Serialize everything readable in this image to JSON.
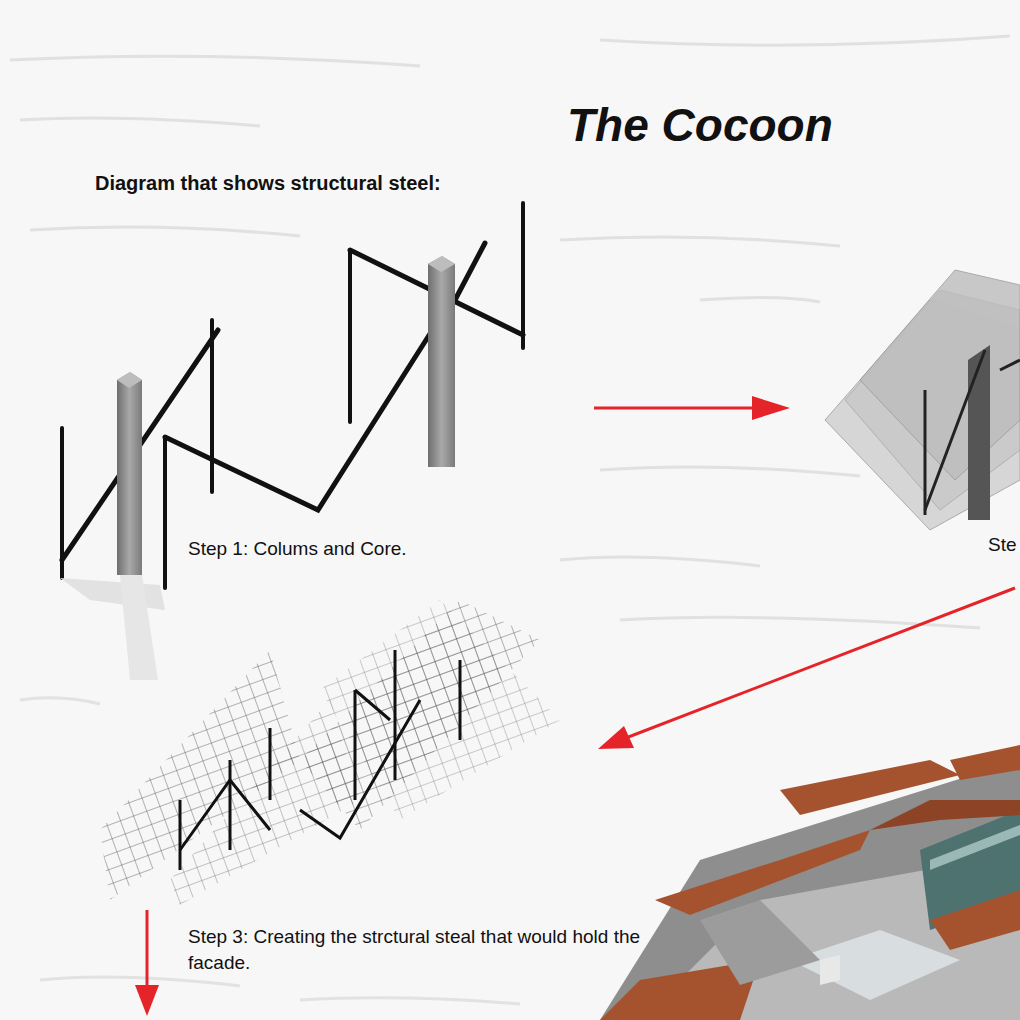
{
  "diagram": {
    "title": "The Cocoon",
    "labels": [
      "Diagram that shows structural steel:",
      "Step 1: Colums and Core.",
      "Ste",
      "Step 3: Creating the strctural steal that would hold the facade."
    ]
  }
}
